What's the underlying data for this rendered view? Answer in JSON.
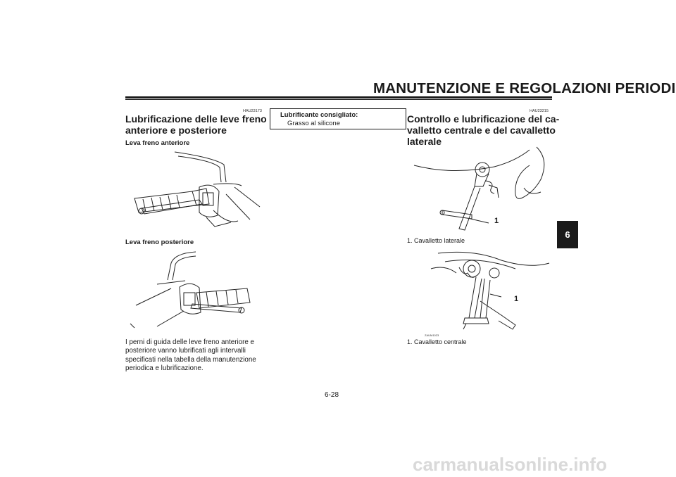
{
  "header": {
    "title": "MANUTENZIONE E REGOLAZIONI PERIODICHE"
  },
  "left_column": {
    "code": "HAU23173",
    "heading_line1": "Lubrificazione delle leve freno",
    "heading_line2": "anteriore e posteriore",
    "sub1": "Leva freno anteriore",
    "sub2": "Leva freno posteriore",
    "paragraph": [
      "I perni di guida delle leve freno anteriore e",
      "posteriore vanno lubrificati agli intervalli",
      "specificati nella tabella della manutenzione",
      "periodica e lubrificazione."
    ]
  },
  "middle_column": {
    "note_title": "Lubrificante consigliato:",
    "note_value": "Grasso al silicone"
  },
  "right_column": {
    "code": "HAU23215",
    "heading_line1": "Controllo e lubrificazione del ca-",
    "heading_line2": "valletto centrale e del cavalletto",
    "heading_line3": "laterale",
    "figure1": {
      "callout": "1",
      "caption": "1. Cavalletto laterale"
    },
    "figure2": {
      "callout": "1",
      "caption": "1. Cavalletto centrale",
      "fig_code": "ZAUM1023"
    }
  },
  "side_tab": "6",
  "footer": {
    "page_number": "6-28",
    "watermark": "carmanualsonline.info"
  }
}
